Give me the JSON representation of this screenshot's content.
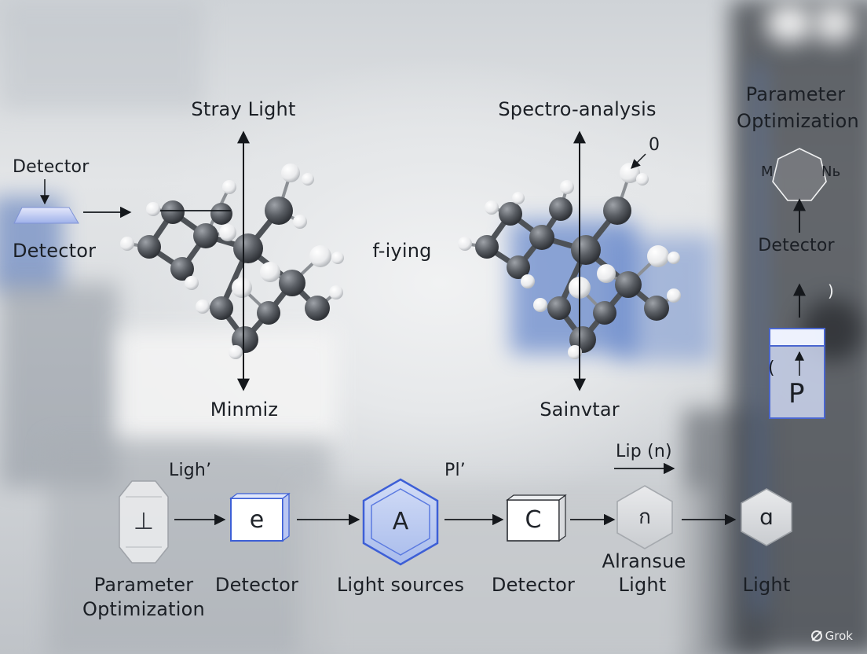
{
  "molecule_left": {
    "top_label": "Stray Light",
    "bottom_label": "Minmiz",
    "side_label_top": "Detector",
    "side_label_bottom": "Detector"
  },
  "middle_label": "f-iying",
  "molecule_right": {
    "top_label": "Spectro-analysis",
    "bottom_label": "Sainvtar",
    "annotation": "0"
  },
  "right_panel": {
    "title_line1": "Parameter",
    "title_line2": "Optimization",
    "heptagon_left": "M",
    "heptagon_right": "Nь",
    "detector_label": "Detector",
    "cuvette_letter": "P",
    "cuvette_side": "(",
    "side_mark": ")"
  },
  "flow": {
    "label_above_1": "Ligh’",
    "label_above_3": "Pl’",
    "arrow_label": "Lip (n)",
    "steps": [
      {
        "glyph": "⊥",
        "label_line1": "Parameter",
        "label_line2": "Optimization"
      },
      {
        "glyph": "e",
        "label_line1": "Detector",
        "label_line2": ""
      },
      {
        "glyph": "A",
        "label_line1": "Light sources",
        "label_line2": ""
      },
      {
        "glyph": "C",
        "label_line1": "Detector",
        "label_line2": ""
      },
      {
        "glyph": "ก",
        "label_line1": "Alransue",
        "label_line2": "Light"
      },
      {
        "glyph": "ɑ",
        "label_line1": "Light",
        "label_line2": ""
      }
    ]
  },
  "watermark": "Grok",
  "colors": {
    "accent_blue": "#3d5fd6",
    "atom_carbon": "#5a5d62",
    "atom_hydrogen": "#f2f3f4"
  }
}
